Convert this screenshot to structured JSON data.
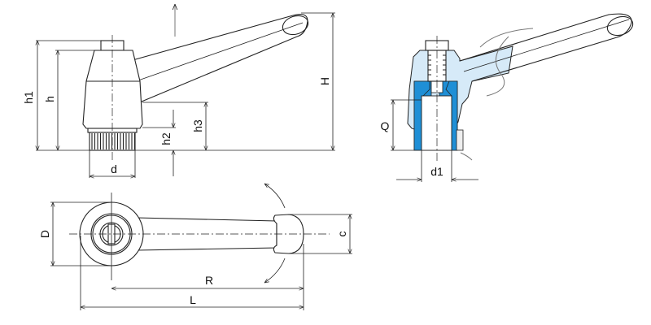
{
  "labels": {
    "h1": "h1",
    "h": "h",
    "h2": "h2",
    "h3": "h3",
    "H": "H",
    "d": "d",
    "Q": "Q",
    "d1": "d1",
    "D": "D",
    "c": "c",
    "R": "R",
    "L": "L"
  },
  "colors": {
    "section_light": "#d6eaf8",
    "section_dark": "#1f8fd6"
  }
}
